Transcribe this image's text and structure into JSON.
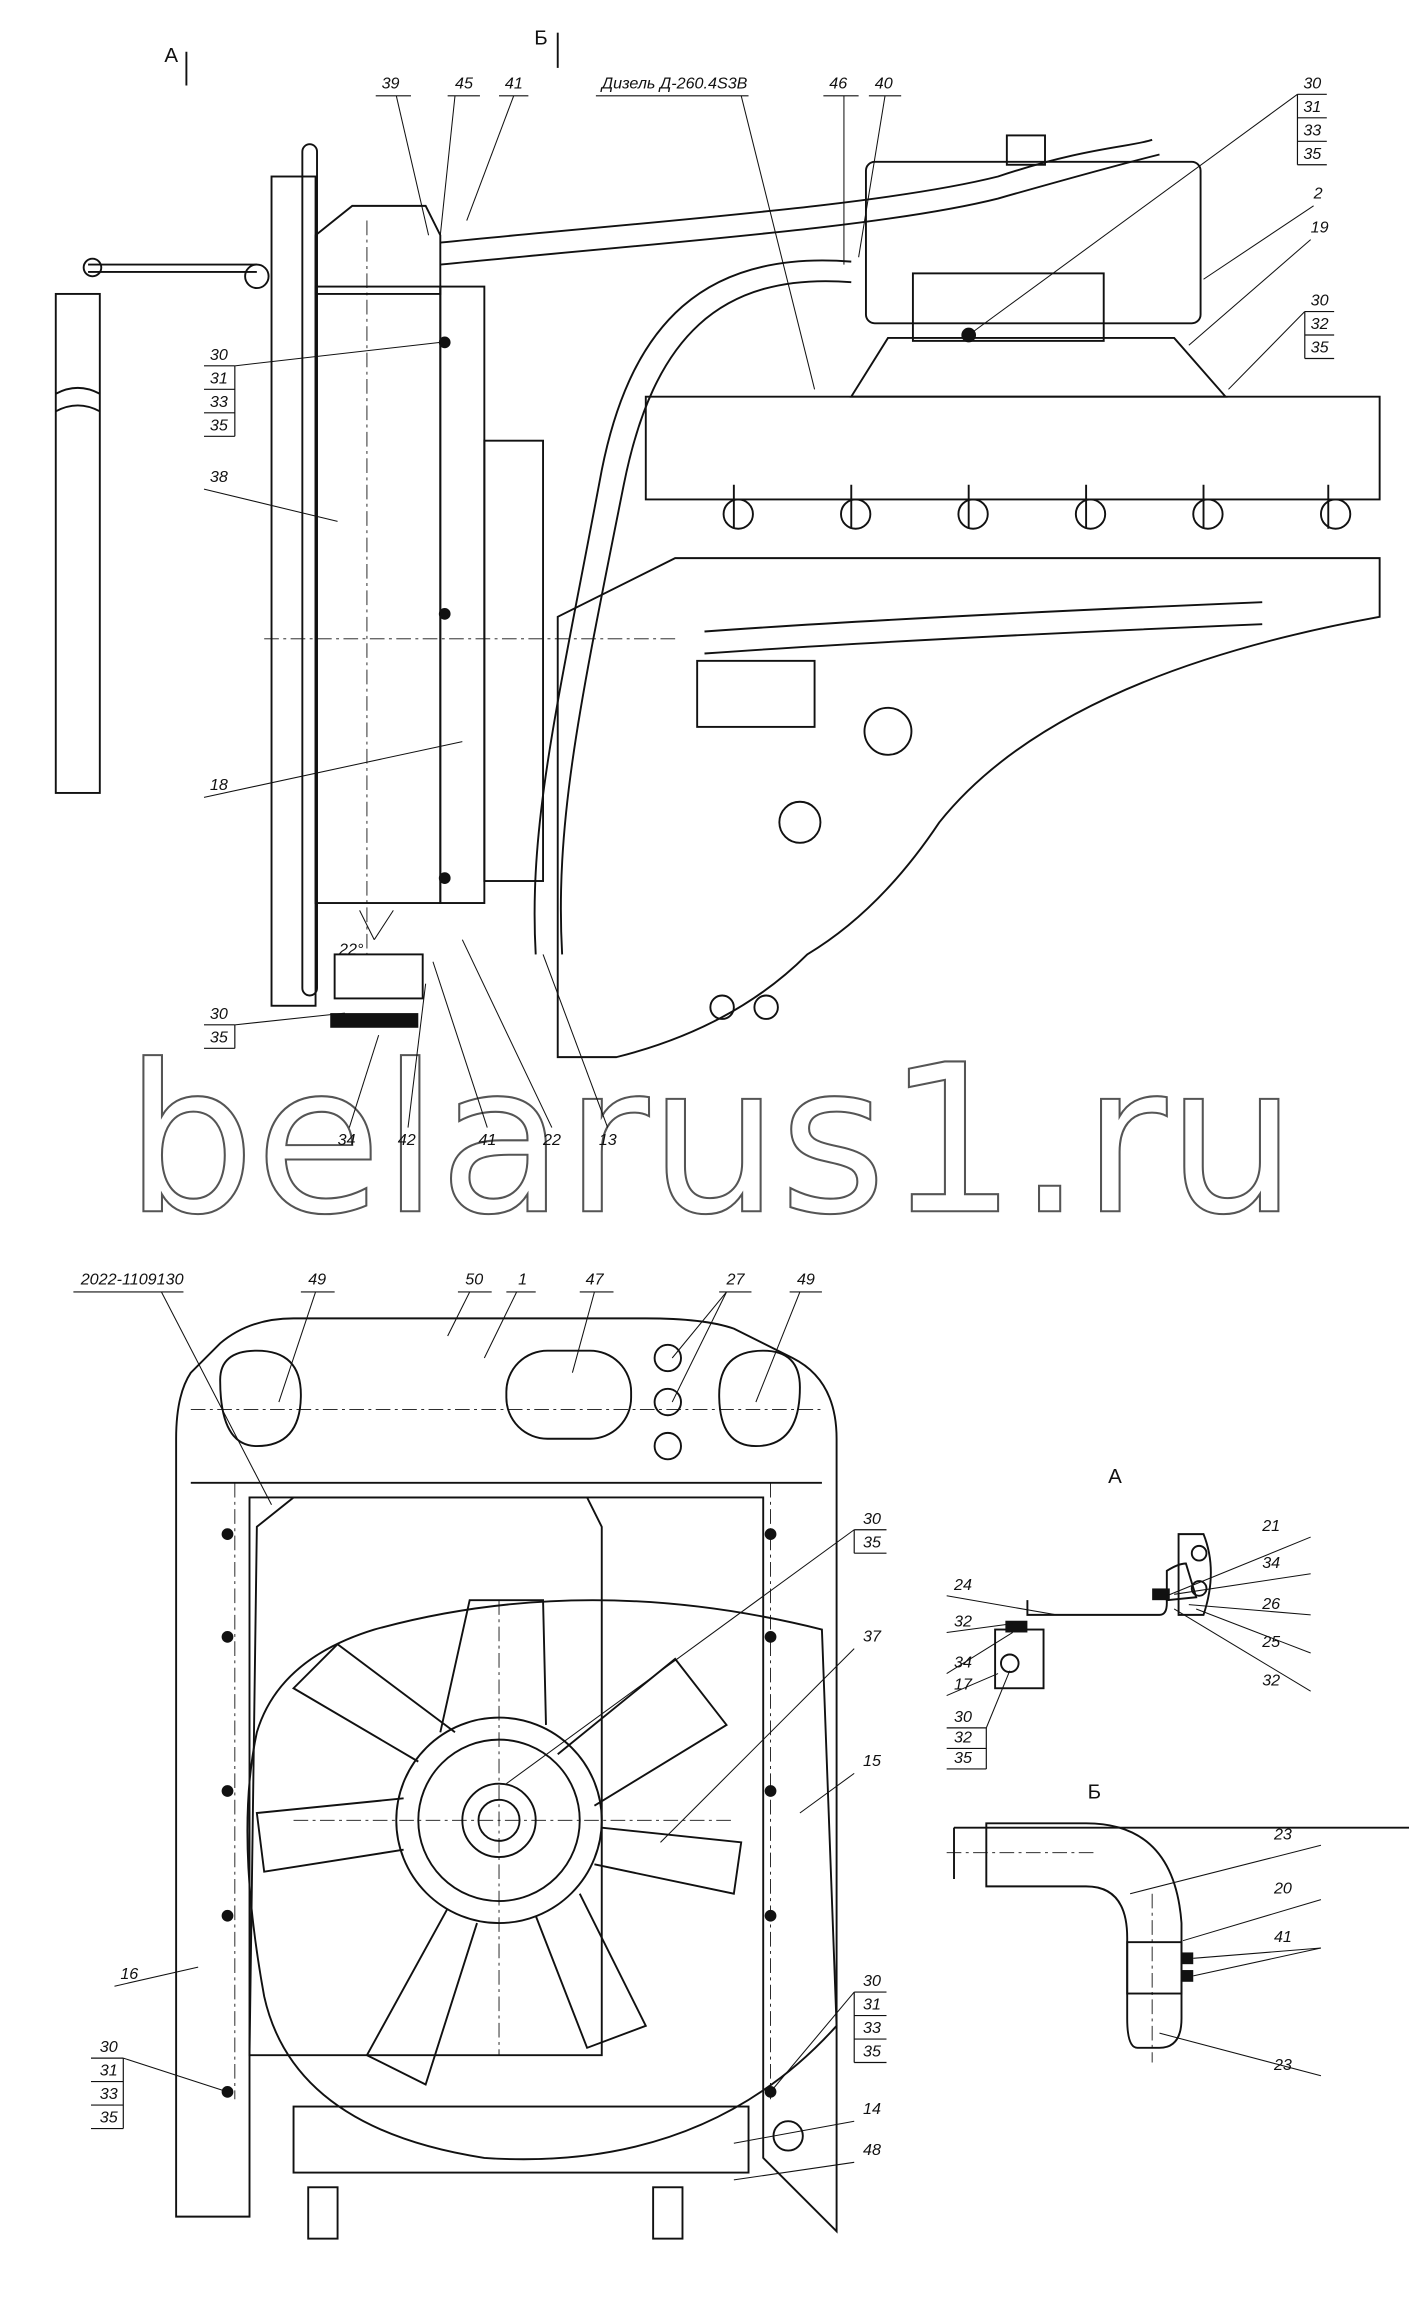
{
  "views": {
    "a": "А",
    "b": "Б",
    "a_detail": "А",
    "b_detail": "Б"
  },
  "watermark": "belarus1.ru",
  "engine_label": "Дизель Д-260.4S3В",
  "angle_label": "22°",
  "part_code": "2022-1109130",
  "side": {
    "c39": "39",
    "c45": "45",
    "c41": "41",
    "c46": "46",
    "c40": "40",
    "c2": "2",
    "c19": "19",
    "s1": [
      "30",
      "31",
      "33",
      "35"
    ],
    "s2": [
      "30",
      "32",
      "35"
    ],
    "s3": [
      "30",
      "31",
      "33",
      "35"
    ],
    "c38": "38",
    "c18": "18",
    "s4": [
      "30",
      "35"
    ],
    "c34": "34",
    "c42": "42",
    "c41b": "41",
    "c22": "22",
    "c13": "13"
  },
  "front": {
    "c49a": "49",
    "c50": "50",
    "c1": "1",
    "c47": "47",
    "c27": "27",
    "c49b": "49",
    "s1": [
      "30",
      "35"
    ],
    "c37": "37",
    "c15": "15",
    "c16": "16",
    "s2": [
      "30",
      "31",
      "33",
      "35"
    ],
    "s3": [
      "30",
      "31",
      "33",
      "35"
    ],
    "c14": "14",
    "c48": "48"
  },
  "detail_a": {
    "c21": "21",
    "c34": "34",
    "c26": "26",
    "c25": "25",
    "c32": "32",
    "c24": "24",
    "c32b": "32",
    "c34b": "34",
    "c17": "17",
    "s1": [
      "30",
      "32",
      "35"
    ]
  },
  "detail_b": {
    "c23": "23",
    "c20": "20",
    "c41": "41",
    "c23b": "23"
  }
}
